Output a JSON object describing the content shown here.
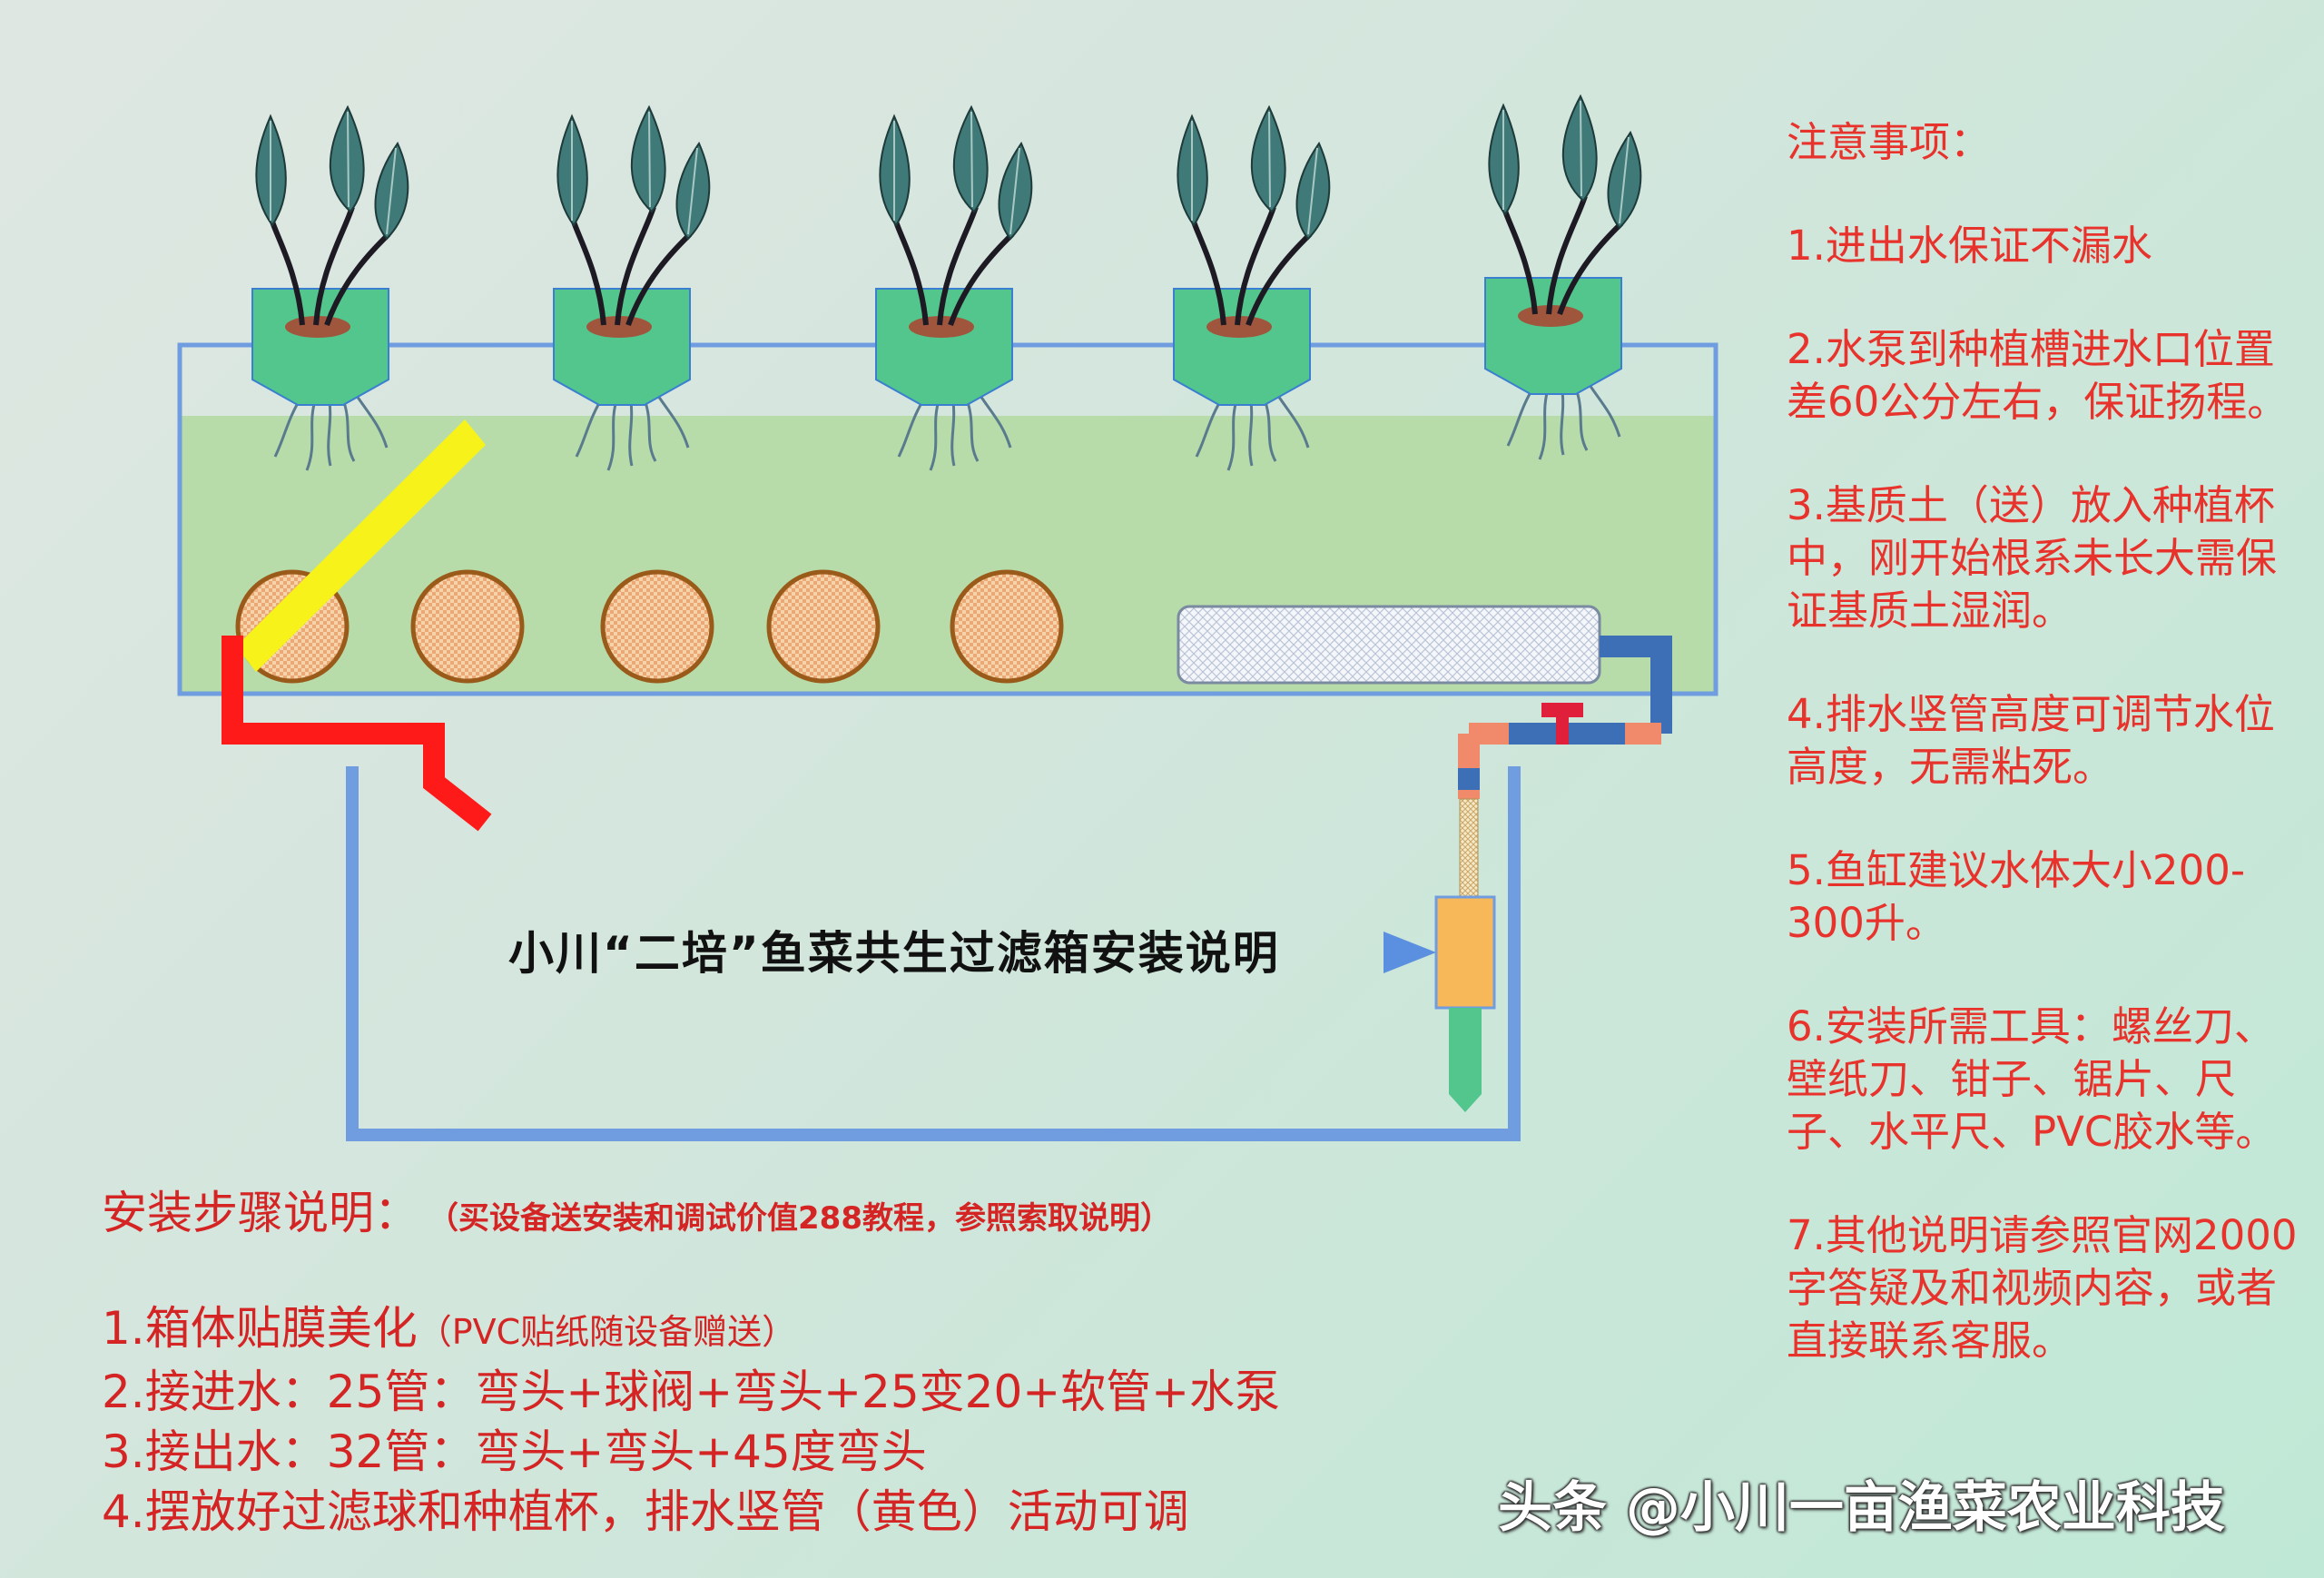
{
  "diagram_title": "小川“二培”鱼菜共生过滤箱安装说明",
  "notes": {
    "title": "注意事项：",
    "items": [
      "1.进出水保证不漏水",
      "2.水泵到种植槽进水口位置差60公分左右，保证扬程。",
      "3.基质土（送）放入种植杯中，刚开始根系未长大需保证基质土湿润。",
      "4.排水竖管高度可调节水位高度，无需粘死。",
      "5.鱼缸建议水体大小200-300升。",
      "6.安装所需工具：螺丝刀、壁纸刀、钳子、锯片、尺子、水平尺、PVC胶水等。",
      "7.其他说明请参照官网2000字答疑及和视频内容，或者直接联系客服。"
    ]
  },
  "steps": {
    "heading": "安装步骤说明：",
    "subheading": "（买设备送安装和调试价值288教程，参照索取说明）",
    "step1_main": "1.箱体贴膜美化",
    "step1_note": "（PVC贴纸随设备赠送）",
    "step2": "2.接进水：25管：弯头+球阀+弯头+25变20+软管+水泵",
    "step3": "3.接出水：32管：弯头+弯头+45度弯头",
    "step4": "4.摆放好过滤球和种植杯，排水竖管（黄色）活动可调"
  },
  "watermark": "头条 @小川一亩渔菜农业科技",
  "colors": {
    "tank_border": "#6f9de0",
    "water": "#b7dcaa",
    "plant_cup": "#52c68c",
    "leaf": "#3f7a78",
    "drain_pipe": "#f6f21a",
    "outlet_pipe": "#ff1a1a",
    "return_pipe": "#6f9de0",
    "inlet_pipe": "#3c6fb5",
    "fitting": "#f08a6a",
    "valve": "#e0203a",
    "pump": "#f7b85a",
    "filter_ball": "#f2c69a",
    "note_text": "#e8322c"
  }
}
